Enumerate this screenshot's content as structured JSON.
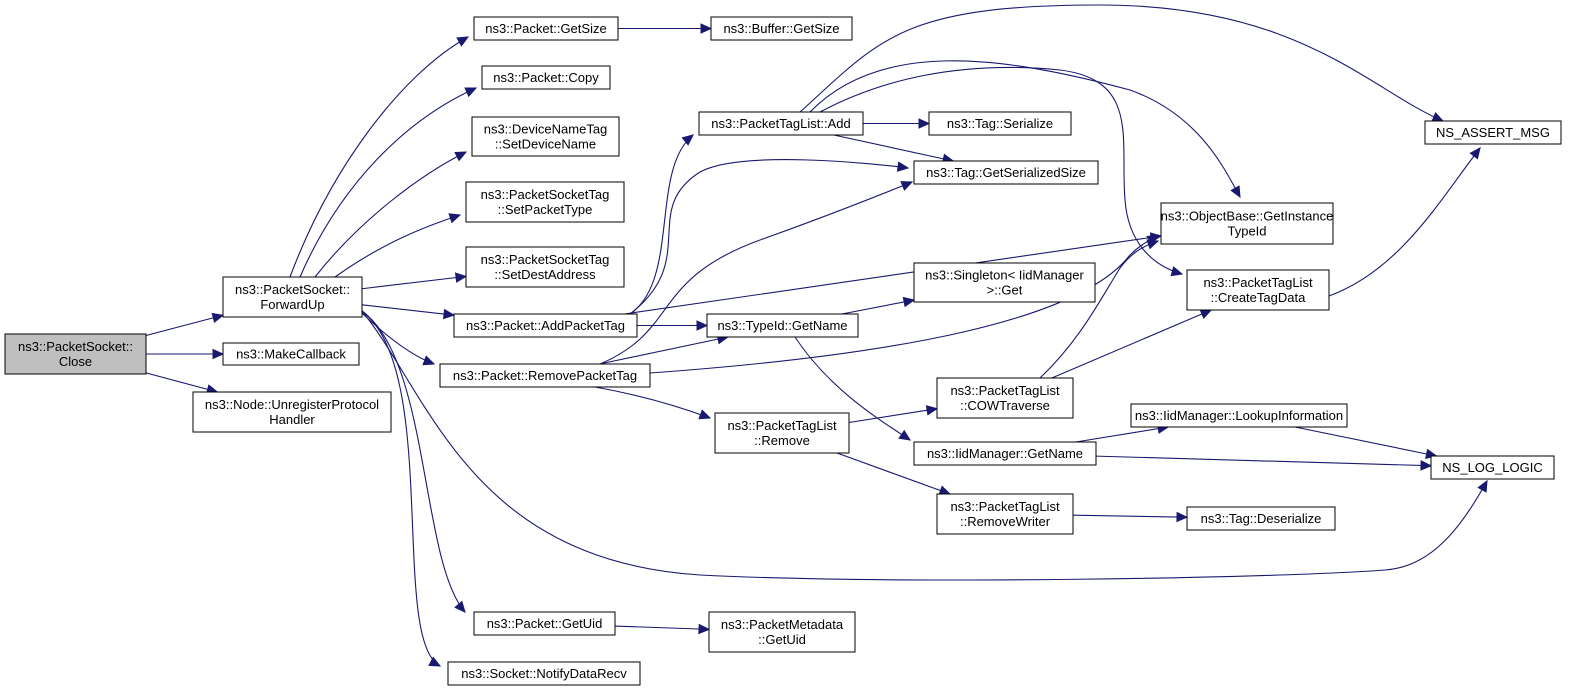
{
  "nodes": {
    "close": [
      "ns3::PacketSocket::",
      "Close"
    ],
    "forwardup": [
      "ns3::PacketSocket::",
      "ForwardUp"
    ],
    "makecallback": [
      "ns3::MakeCallback"
    ],
    "unregister": [
      "ns3::Node::UnregisterProtocol",
      "Handler"
    ],
    "packet_getsize": [
      "ns3::Packet::GetSize"
    ],
    "buffer_getsize": [
      "ns3::Buffer::GetSize"
    ],
    "packet_copy": [
      "ns3::Packet::Copy"
    ],
    "setdevicename": [
      "ns3::DeviceNameTag",
      "::SetDeviceName"
    ],
    "setpackettype": [
      "ns3::PacketSocketTag",
      "::SetPacketType"
    ],
    "setdestaddress": [
      "ns3::PacketSocketTag",
      "::SetDestAddress"
    ],
    "addpackettag": [
      "ns3::Packet::AddPacketTag"
    ],
    "removepackettag": [
      "ns3::Packet::RemovePacketTag"
    ],
    "packet_getuid": [
      "ns3::Packet::GetUid"
    ],
    "notifydatarecv": [
      "ns3::Socket::NotifyDataRecv"
    ],
    "ptl_add": [
      "ns3::PacketTagList::Add"
    ],
    "tag_serialize": [
      "ns3::Tag::Serialize"
    ],
    "tag_getserializedsize": [
      "ns3::Tag::GetSerializedSize"
    ],
    "typeid_getname": [
      "ns3::TypeId::GetName"
    ],
    "singleton_get": [
      "ns3::Singleton< IidManager",
      ">::Get"
    ],
    "ptl_remove": [
      "ns3::PacketTagList",
      "::Remove"
    ],
    "ptl_cowtraverse": [
      "ns3::PacketTagList",
      "::COWTraverse"
    ],
    "iid_getname": [
      "ns3::IidManager::GetName"
    ],
    "ptl_removewriter": [
      "ns3::PacketTagList",
      "::RemoveWriter"
    ],
    "tag_deserialize": [
      "ns3::Tag::Deserialize"
    ],
    "pm_getuid": [
      "ns3::PacketMetadata",
      "::GetUid"
    ],
    "ns_assert_msg": [
      "NS_ASSERT_MSG"
    ],
    "getinstancetypeid": [
      "ns3::ObjectBase::GetInstance",
      "TypeId"
    ],
    "ptl_createtagdata": [
      "ns3::PacketTagList",
      "::CreateTagData"
    ],
    "iid_lookupinformation": [
      "ns3::IidManager::LookupInformation"
    ],
    "ns_log_logic": [
      "NS_LOG_LOGIC"
    ]
  },
  "edges": [
    [
      "close",
      "forwardup"
    ],
    [
      "close",
      "makecallback"
    ],
    [
      "close",
      "unregister"
    ],
    [
      "forwardup",
      "packet_getsize"
    ],
    [
      "forwardup",
      "packet_copy"
    ],
    [
      "forwardup",
      "setdevicename"
    ],
    [
      "forwardup",
      "setpackettype"
    ],
    [
      "forwardup",
      "setdestaddress"
    ],
    [
      "forwardup",
      "addpackettag"
    ],
    [
      "forwardup",
      "removepackettag"
    ],
    [
      "forwardup",
      "packet_getuid"
    ],
    [
      "forwardup",
      "notifydatarecv"
    ],
    [
      "forwardup",
      "ns_log_logic"
    ],
    [
      "packet_getsize",
      "buffer_getsize"
    ],
    [
      "addpackettag",
      "ptl_add"
    ],
    [
      "addpackettag",
      "tag_getserializedsize"
    ],
    [
      "addpackettag",
      "typeid_getname"
    ],
    [
      "addpackettag",
      "getinstancetypeid"
    ],
    [
      "removepackettag",
      "tag_getserializedsize"
    ],
    [
      "removepackettag",
      "typeid_getname"
    ],
    [
      "removepackettag",
      "getinstancetypeid"
    ],
    [
      "removepackettag",
      "ptl_remove"
    ],
    [
      "ptl_add",
      "tag_serialize"
    ],
    [
      "ptl_add",
      "tag_getserializedsize"
    ],
    [
      "ptl_add",
      "ns_assert_msg"
    ],
    [
      "ptl_add",
      "getinstancetypeid"
    ],
    [
      "ptl_add",
      "ptl_createtagdata"
    ],
    [
      "typeid_getname",
      "singleton_get"
    ],
    [
      "typeid_getname",
      "iid_getname"
    ],
    [
      "ptl_remove",
      "ptl_cowtraverse"
    ],
    [
      "ptl_remove",
      "ptl_removewriter"
    ],
    [
      "ptl_cowtraverse",
      "getinstancetypeid"
    ],
    [
      "ptl_cowtraverse",
      "ptl_createtagdata"
    ],
    [
      "iid_getname",
      "iid_lookupinformation"
    ],
    [
      "iid_getname",
      "ns_log_logic"
    ],
    [
      "iid_lookupinformation",
      "ns_log_logic"
    ],
    [
      "ptl_removewriter",
      "tag_deserialize"
    ],
    [
      "packet_getuid",
      "pm_getuid"
    ],
    [
      "ptl_createtagdata",
      "ns_assert_msg"
    ]
  ]
}
